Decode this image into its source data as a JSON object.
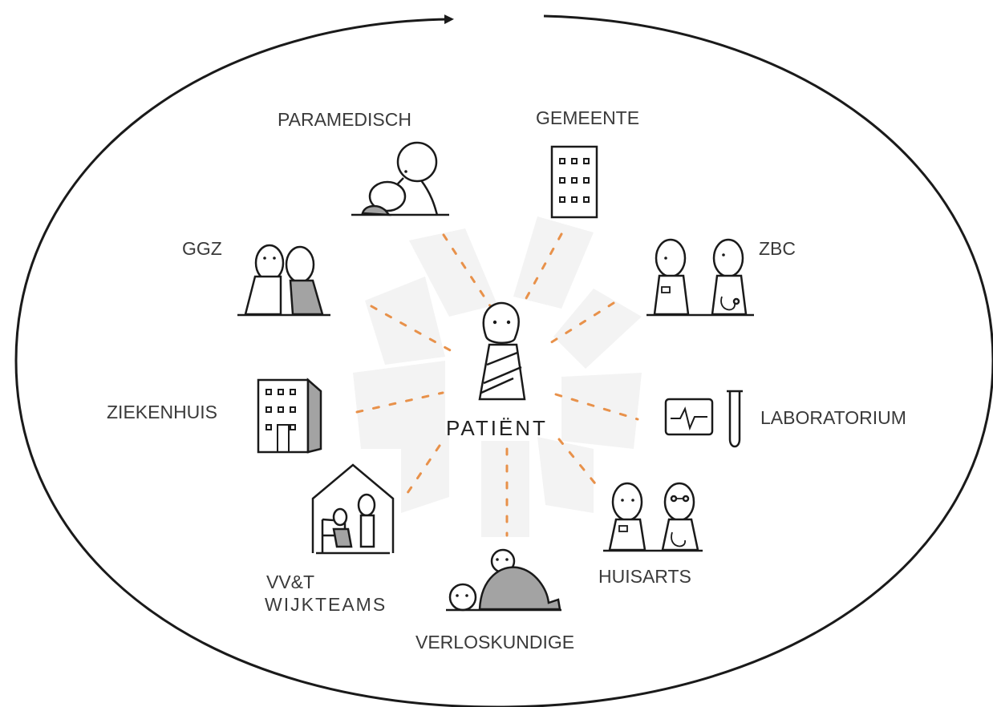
{
  "center": {
    "label": "PATIËNT"
  },
  "nodes": {
    "paramedisch": "PARAMEDISCH",
    "gemeente": "GEMEENTE",
    "ggz": "GGZ",
    "zbc": "ZBC",
    "ziekenhuis": "ZIEKENHUIS",
    "laboratorium": "LABORATORIUM",
    "vvt_line1": "VV&T",
    "vvt_line2": "WIJKTEAMS",
    "verloskundige": "VERLOSKUNDIGE",
    "huisarts": "HUISARTS"
  },
  "colors": {
    "ink": "#1a1a1a",
    "dash": "#e8914a",
    "fill_gray": "#a3a3a3",
    "ray_bg": "#f3f3f3"
  }
}
